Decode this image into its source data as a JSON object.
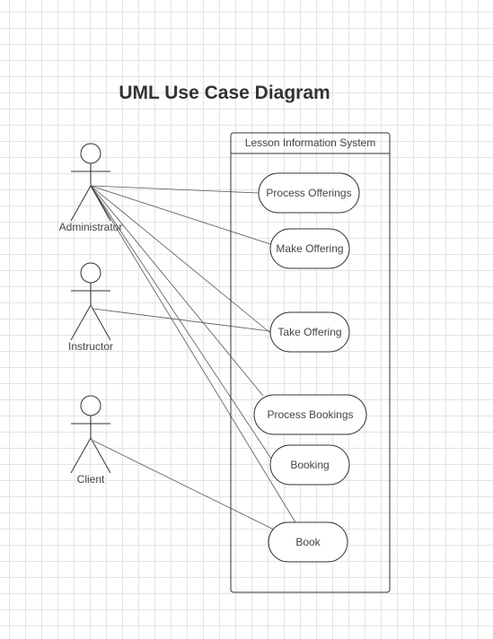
{
  "diagram": {
    "title": "UML Use Case Diagram",
    "system_boundary": {
      "label": "Lesson Information System"
    },
    "actors": [
      {
        "id": "administrator",
        "label": "Administrator"
      },
      {
        "id": "instructor",
        "label": "Instructor"
      },
      {
        "id": "client",
        "label": "Client"
      }
    ],
    "use_cases": [
      {
        "id": "process-offerings",
        "label": "Process Offerings"
      },
      {
        "id": "make-offering",
        "label": "Make Offering"
      },
      {
        "id": "take-offering",
        "label": "Take Offering"
      },
      {
        "id": "process-bookings",
        "label": "Process Bookings"
      },
      {
        "id": "booking",
        "label": "Booking"
      },
      {
        "id": "book",
        "label": "Book"
      }
    ],
    "associations": [
      {
        "from": "administrator",
        "to": "process-offerings"
      },
      {
        "from": "administrator",
        "to": "make-offering"
      },
      {
        "from": "administrator",
        "to": "take-offering"
      },
      {
        "from": "administrator",
        "to": "process-bookings"
      },
      {
        "from": "administrator",
        "to": "booking"
      },
      {
        "from": "administrator",
        "to": "book"
      },
      {
        "from": "instructor",
        "to": "take-offering"
      },
      {
        "from": "client",
        "to": "book"
      }
    ],
    "colors": {
      "stroke": "#333333",
      "line": "#555555",
      "text": "#444444",
      "node_fill": "#ffffff"
    }
  }
}
